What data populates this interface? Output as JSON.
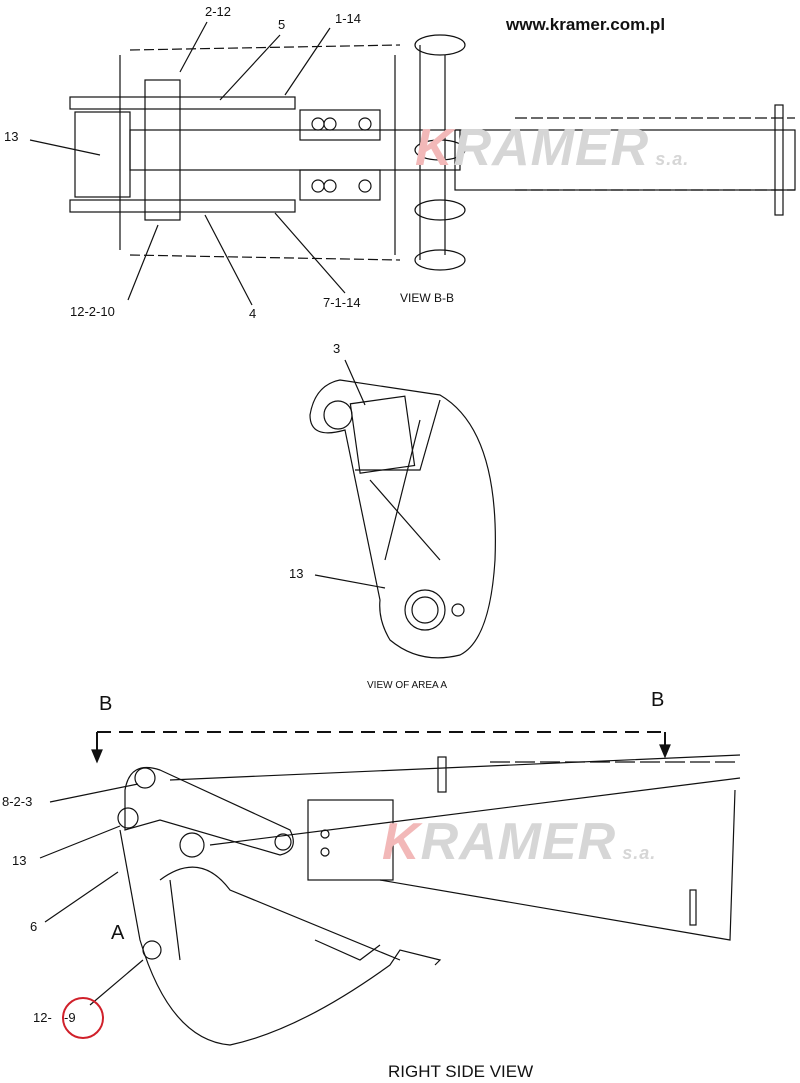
{
  "website": "www.kramer.com.pl",
  "watermark": {
    "k": "K",
    "rest": "RAMER",
    "suffix": "s.a."
  },
  "view_bb": {
    "caption": "VIEW B-B",
    "labels": {
      "l2_12": "2-12",
      "l5": "5",
      "l1_14": "1-14",
      "l13": "13",
      "l12_2_10": "12-2-10",
      "l4": "4",
      "l7_1_14": "7-1-14"
    }
  },
  "view_area_a": {
    "caption": "VIEW OF AREA A",
    "labels": {
      "l3": "3",
      "l13": "13"
    }
  },
  "right_side_view": {
    "caption": "RIGHT SIDE VIEW",
    "section_marks": {
      "left": "B",
      "right": "B",
      "area": "A"
    },
    "labels": {
      "l8_2_3": "8-2-3",
      "l13": "13",
      "l6": "6",
      "l12_prefix": "12-",
      "l9_circled": "-9"
    },
    "highlight_color": "#d0202a"
  }
}
